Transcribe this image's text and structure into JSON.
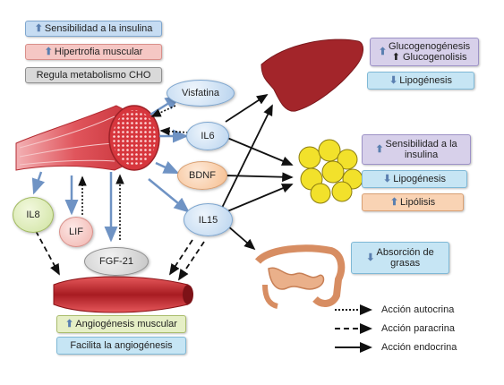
{
  "top_left_boxes": [
    {
      "arrow": "⬆",
      "text": "Sensibilidad a la insulina"
    },
    {
      "arrow": "⬆",
      "text": "Hipertrofia muscular"
    },
    {
      "arrow": "",
      "text": "Regula metabolismo CHO"
    }
  ],
  "nodes": {
    "visfatina": "Visfatina",
    "il6": "IL6",
    "bdnf": "BDNF",
    "il15": "IL15",
    "il8": "IL8",
    "lif": "LIF",
    "fgf21": "FGF-21"
  },
  "liver_boxes": [
    {
      "arrow": "⬆",
      "text": "Glucogenogénesis\n⬆ Glucogenolisis"
    },
    {
      "arrow": "⬇",
      "text": "Lipogénesis"
    }
  ],
  "fat_boxes": [
    {
      "arrow": "⬆",
      "text": "Sensibilidad a la\ninsulina"
    },
    {
      "arrow": "⬇",
      "text": "Lipogénesis"
    },
    {
      "arrow": "⬆",
      "text": "Lipólisis"
    }
  ],
  "intestine_box": {
    "arrow": "⬇",
    "text": "Absorción de\ngrasas"
  },
  "vessel_boxes": [
    {
      "arrow": "⬆",
      "text": "Angiogénesis muscular"
    },
    {
      "arrow": "",
      "text": "Facilita la angiogénesis"
    }
  ],
  "legend": [
    {
      "style": "dotted",
      "label": "Acción autocrina"
    },
    {
      "style": "dashed",
      "label": "Acción paracrina"
    },
    {
      "style": "solid",
      "label": "Acción endocrina"
    }
  ],
  "colors": {
    "muscle": "#d9434b",
    "liver": "#a3252a",
    "fat": "#f2e12b",
    "vessel": "#c42b2e",
    "intestine": "#e8a97e",
    "arrow_blue": "#6f93c4"
  }
}
